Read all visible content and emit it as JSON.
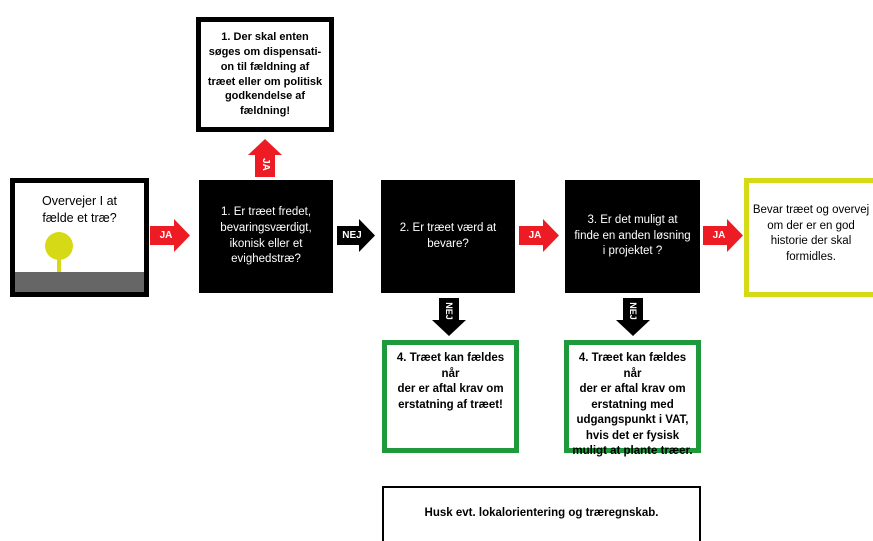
{
  "start": {
    "question": "Overvejer I at\nfælde et træ?"
  },
  "steps": [
    {
      "text": "1. Er træet fredet,\nbevaringsværdigt,\nikonisk eller et\nevighedstræ?"
    },
    {
      "text": "2. Er træet værd at\nbevare?"
    },
    {
      "text": "3. Er det muligt at\nfinde en anden løsning\ni projektet ?"
    }
  ],
  "outcomes": {
    "dispensation": "1. Der skal enten\nsøges om dispensati-\non til fældning af\ntræet eller om politisk\ngodkendelse af\nfældning!",
    "replace_1": "4. Træet kan fældes når\nder er aftal krav  om\nerstatning af træet!",
    "replace_2": "4. Træet kan fældes når\nder er aftal krav  om\nerstatning med\nudgangspunkt i VAT,\nhvis det er fysisk\nmuligt at plante træer.",
    "preserve": "Bevar træet og overvej\nom der er en god\nhistorie der skal\nformidles."
  },
  "note": "Husk evt. lokalorientering og træregnskab.",
  "arrows": {
    "yes": "JA",
    "no": "NEJ"
  },
  "colors": {
    "yes_arrow": "#ed1c24",
    "no_arrow": "#000000",
    "green_border": "#1e9a3c",
    "yellow_border": "#d6da16",
    "ground": "#666666"
  }
}
